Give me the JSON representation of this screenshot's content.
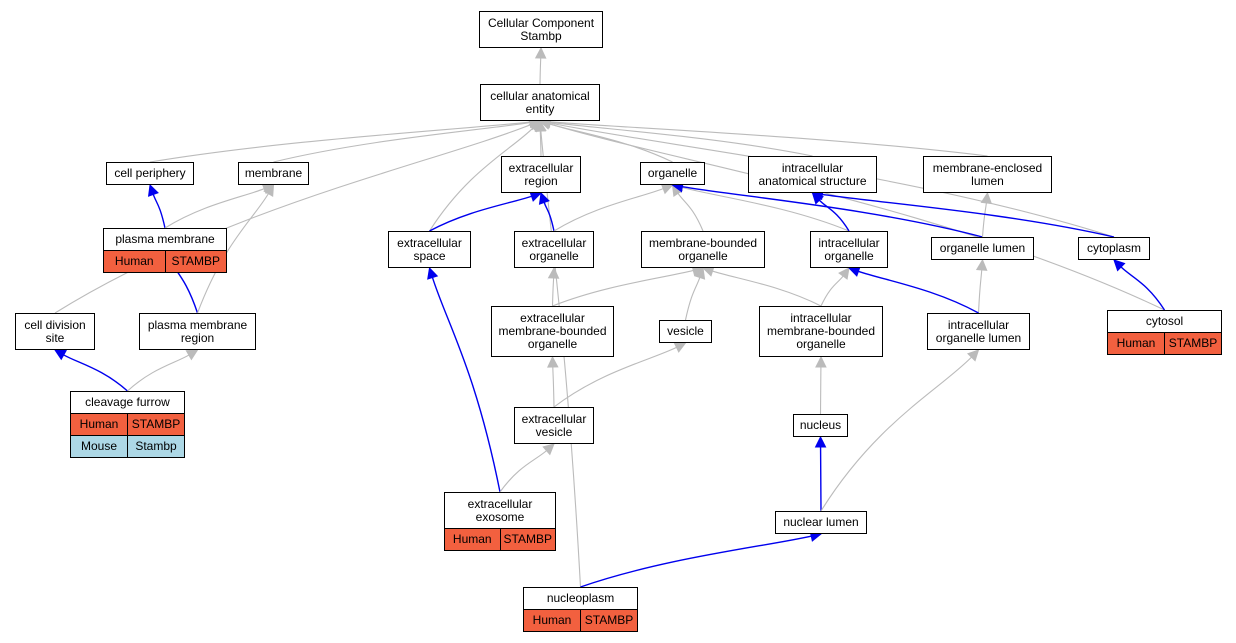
{
  "colors": {
    "is_a": "#bbbbbb",
    "part_of": "#0000ee",
    "human": "#f2603f",
    "mouse": "#add8e6"
  },
  "nodes": {
    "root": {
      "lines": [
        "Cellular Component",
        "Stambp"
      ]
    },
    "cae": {
      "lines": [
        "cellular anatomical",
        "entity"
      ]
    },
    "cell_periphery": {
      "lines": [
        "cell periphery"
      ]
    },
    "membrane": {
      "lines": [
        "membrane"
      ]
    },
    "extracellular_region": {
      "lines": [
        "extracellular",
        "region"
      ]
    },
    "organelle": {
      "lines": [
        "organelle"
      ]
    },
    "intracellular_as": {
      "lines": [
        "intracellular",
        "anatomical structure"
      ]
    },
    "membrane_enclosed_lumen": {
      "lines": [
        "membrane-enclosed",
        "lumen"
      ]
    },
    "plasma_membrane": {
      "lines": [
        "plasma membrane"
      ],
      "annotations": [
        [
          "Human",
          "STAMBP"
        ]
      ]
    },
    "extracellular_space": {
      "lines": [
        "extracellular",
        "space"
      ]
    },
    "extracellular_organelle": {
      "lines": [
        "extracellular",
        "organelle"
      ]
    },
    "membrane_bounded_organelle": {
      "lines": [
        "membrane-bounded",
        "organelle"
      ]
    },
    "intracellular_organelle": {
      "lines": [
        "intracellular",
        "organelle"
      ]
    },
    "organelle_lumen": {
      "lines": [
        "organelle lumen"
      ]
    },
    "cytoplasm": {
      "lines": [
        "cytoplasm"
      ]
    },
    "cell_division_site": {
      "lines": [
        "cell division",
        "site"
      ]
    },
    "plasma_membrane_region": {
      "lines": [
        "plasma membrane",
        "region"
      ]
    },
    "ec_mbo": {
      "lines": [
        "extracellular",
        "membrane-bounded",
        "organelle"
      ]
    },
    "vesicle": {
      "lines": [
        "vesicle"
      ]
    },
    "ic_mbo": {
      "lines": [
        "intracellular",
        "membrane-bounded",
        "organelle"
      ]
    },
    "ic_organelle_lumen": {
      "lines": [
        "intracellular",
        "organelle lumen"
      ]
    },
    "cytosol": {
      "lines": [
        "cytosol"
      ],
      "annotations": [
        [
          "Human",
          "STAMBP"
        ]
      ]
    },
    "cleavage_furrow": {
      "lines": [
        "cleavage furrow"
      ],
      "annotations": [
        [
          "Human",
          "STAMBP"
        ],
        [
          "Mouse",
          "Stambp"
        ]
      ]
    },
    "extracellular_vesicle": {
      "lines": [
        "extracellular",
        "vesicle"
      ]
    },
    "nucleus": {
      "lines": [
        "nucleus"
      ]
    },
    "extracellular_exosome": {
      "lines": [
        "extracellular",
        "exosome"
      ],
      "annotations": [
        [
          "Human",
          "STAMBP"
        ]
      ]
    },
    "nuclear_lumen": {
      "lines": [
        "nuclear lumen"
      ]
    },
    "nucleoplasm": {
      "lines": [
        "nucleoplasm"
      ],
      "annotations": [
        [
          "Human",
          "STAMBP"
        ]
      ]
    }
  },
  "edges": [
    {
      "from": "cae",
      "to": "root",
      "type": "is_a"
    },
    {
      "from": "cell_periphery",
      "to": "cae",
      "type": "is_a"
    },
    {
      "from": "membrane",
      "to": "cae",
      "type": "is_a"
    },
    {
      "from": "extracellular_region",
      "to": "cae",
      "type": "is_a"
    },
    {
      "from": "organelle",
      "to": "cae",
      "type": "is_a"
    },
    {
      "from": "intracellular_as",
      "to": "cae",
      "type": "is_a"
    },
    {
      "from": "membrane_enclosed_lumen",
      "to": "cae",
      "type": "is_a"
    },
    {
      "from": "cell_division_site",
      "to": "cae",
      "type": "is_a"
    },
    {
      "from": "extracellular_space",
      "to": "cae",
      "type": "is_a"
    },
    {
      "from": "nucleoplasm",
      "to": "cae",
      "type": "is_a"
    },
    {
      "from": "cytoplasm",
      "to": "cae",
      "type": "is_a"
    },
    {
      "from": "cytosol",
      "to": "cae",
      "type": "is_a"
    },
    {
      "from": "plasma_membrane",
      "to": "cell_periphery",
      "type": "part_of"
    },
    {
      "from": "plasma_membrane",
      "to": "membrane",
      "type": "is_a"
    },
    {
      "from": "plasma_membrane_region",
      "to": "plasma_membrane",
      "type": "part_of"
    },
    {
      "from": "plasma_membrane_region",
      "to": "membrane",
      "type": "is_a"
    },
    {
      "from": "extracellular_space",
      "to": "extracellular_region",
      "type": "part_of"
    },
    {
      "from": "extracellular_organelle",
      "to": "extracellular_region",
      "type": "part_of"
    },
    {
      "from": "extracellular_organelle",
      "to": "organelle",
      "type": "is_a"
    },
    {
      "from": "membrane_bounded_organelle",
      "to": "organelle",
      "type": "is_a"
    },
    {
      "from": "intracellular_organelle",
      "to": "organelle",
      "type": "is_a"
    },
    {
      "from": "intracellular_organelle",
      "to": "intracellular_as",
      "type": "part_of"
    },
    {
      "from": "organelle_lumen",
      "to": "organelle",
      "type": "part_of"
    },
    {
      "from": "organelle_lumen",
      "to": "membrane_enclosed_lumen",
      "type": "is_a"
    },
    {
      "from": "cytoplasm",
      "to": "intracellular_as",
      "type": "part_of"
    },
    {
      "from": "cytosol",
      "to": "cytoplasm",
      "type": "part_of"
    },
    {
      "from": "cleavage_furrow",
      "to": "cell_division_site",
      "type": "part_of"
    },
    {
      "from": "cleavage_furrow",
      "to": "plasma_membrane_region",
      "type": "is_a"
    },
    {
      "from": "ec_mbo",
      "to": "extracellular_organelle",
      "type": "is_a"
    },
    {
      "from": "ec_mbo",
      "to": "membrane_bounded_organelle",
      "type": "is_a"
    },
    {
      "from": "vesicle",
      "to": "membrane_bounded_organelle",
      "type": "is_a"
    },
    {
      "from": "ic_mbo",
      "to": "membrane_bounded_organelle",
      "type": "is_a"
    },
    {
      "from": "ic_mbo",
      "to": "intracellular_organelle",
      "type": "is_a"
    },
    {
      "from": "ic_organelle_lumen",
      "to": "organelle_lumen",
      "type": "is_a"
    },
    {
      "from": "ic_organelle_lumen",
      "to": "intracellular_organelle",
      "type": "part_of"
    },
    {
      "from": "extracellular_vesicle",
      "to": "ec_mbo",
      "type": "is_a"
    },
    {
      "from": "extracellular_vesicle",
      "to": "vesicle",
      "type": "is_a"
    },
    {
      "from": "nucleus",
      "to": "ic_mbo",
      "type": "is_a"
    },
    {
      "from": "extracellular_exosome",
      "to": "extracellular_space",
      "type": "part_of"
    },
    {
      "from": "extracellular_exosome",
      "to": "extracellular_vesicle",
      "type": "is_a"
    },
    {
      "from": "nuclear_lumen",
      "to": "nucleus",
      "type": "part_of"
    },
    {
      "from": "nuclear_lumen",
      "to": "ic_organelle_lumen",
      "type": "is_a"
    },
    {
      "from": "nucleoplasm",
      "to": "nuclear_lumen",
      "type": "part_of"
    }
  ]
}
